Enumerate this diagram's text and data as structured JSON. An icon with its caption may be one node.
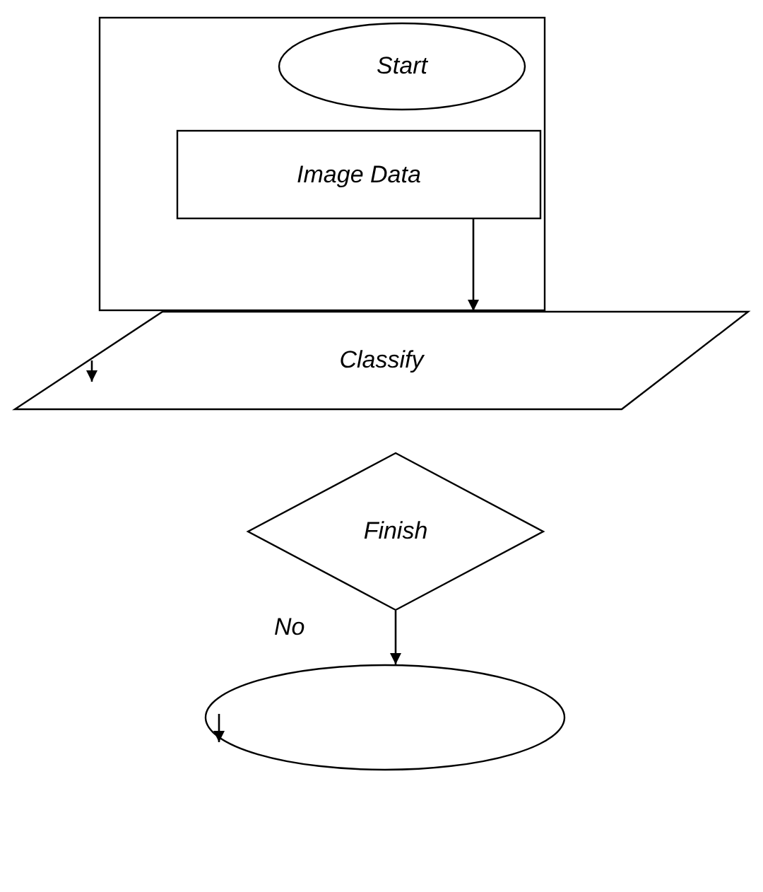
{
  "diagram": {
    "nodes": [
      {
        "text": [],
        "shape": "box"
      },
      {
        "text": [
          "Start"
        ],
        "in": 0
      },
      {
        "text": [
          "Image Data"
        ],
        "in": 0
      },
      {
        "text": [
          "Classify"
        ]
      },
      {
        "text": [
          "Finish"
        ]
      },
      {
        "text": [],
        "shape": "circle"
      }
    ],
    "edges": [
      {
        "from": 2,
        "to": 3,
        "arrow": "to"
      },
      {
        "from": null,
        "to": 3,
        "arrow": "to"
      },
      {
        "from": 4,
        "to": 5,
        "arrow": "to",
        "label": "No"
      },
      {
        "from": null,
        "to": 5,
        "arrow": "to"
      }
    ]
  }
}
